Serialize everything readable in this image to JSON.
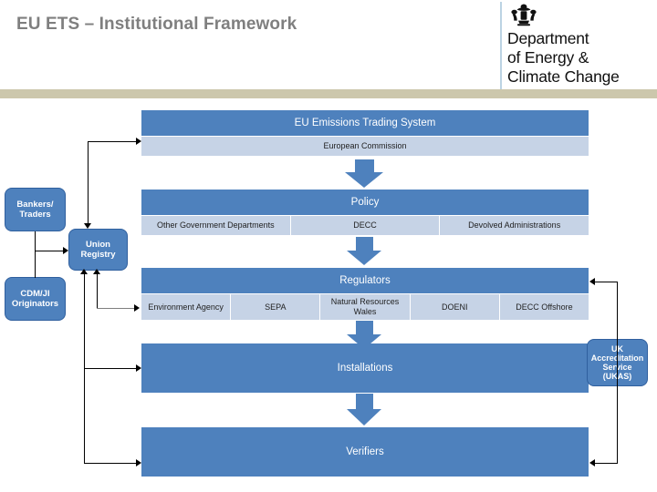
{
  "slide": {
    "title": "EU ETS – Institutional Framework",
    "accent_bar_color": "#ccc7ac",
    "band_header_color": "#4e81bd",
    "band_sub_color": "#c6d3e6"
  },
  "logo": {
    "crest": "crown-crest-icon",
    "line1": "Department",
    "line2": "of Energy &",
    "line3": "Climate Change"
  },
  "diagram": {
    "bands": [
      {
        "name": "eu-ets",
        "header": "EU Emissions Trading System",
        "cells": [
          "European Commission"
        ]
      },
      {
        "name": "policy",
        "header": "Policy",
        "cells": [
          "Other Government Departments",
          "DECC",
          "Devolved Administrations"
        ]
      },
      {
        "name": "regulators",
        "header": "Regulators",
        "cells": [
          "Environment Agency",
          "SEPA",
          "Natural Resources Wales",
          "DOENI",
          "DECC Offshore"
        ]
      }
    ],
    "solid_bands": [
      {
        "name": "installations",
        "label": "Installations"
      },
      {
        "name": "verifiers",
        "label": "Verifiers"
      }
    ],
    "side_boxes": [
      {
        "name": "bankers-traders",
        "label": "Bankers/ Traders"
      },
      {
        "name": "cdm-ji-originators",
        "label": "CDM/JI Originators"
      },
      {
        "name": "union-registry",
        "label": "Union Registry"
      },
      {
        "name": "ukas",
        "label": "UK Accreditation Service (UKAS)"
      }
    ]
  }
}
